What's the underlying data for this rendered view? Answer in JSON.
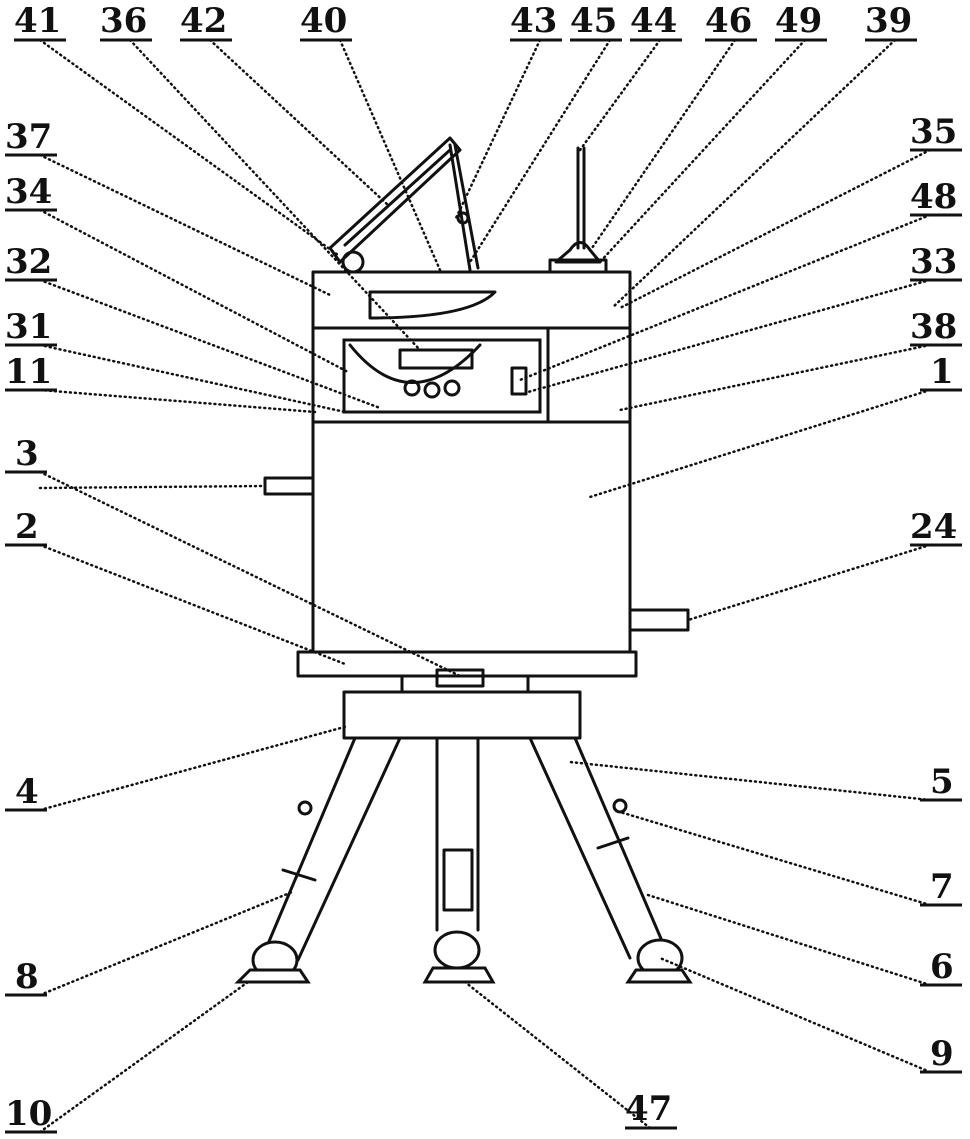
{
  "labels": {
    "l41": "41",
    "l36": "36",
    "l42": "42",
    "l40": "40",
    "l43": "43",
    "l45": "45",
    "l44": "44",
    "l46": "46",
    "l49": "49",
    "l39": "39",
    "l37": "37",
    "l35": "35",
    "l34": "34",
    "l48": "48",
    "l32": "32",
    "l33": "33",
    "l31": "31",
    "l38": "38",
    "l11": "11",
    "l1": "1",
    "l3": "3",
    "l24": "24",
    "l2": "2",
    "l4": "4",
    "l5": "5",
    "l7": "7",
    "l8": "8",
    "l6": "6",
    "l9": "9",
    "l10": "10",
    "l47": "47"
  }
}
